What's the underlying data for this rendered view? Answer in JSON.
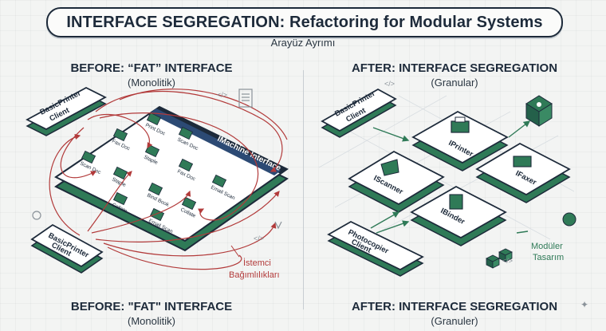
{
  "title": "INTERFACE SEGREGATION: Refactoring for Modular Systems",
  "subtitle": "Arayüz Ayrımı",
  "before": {
    "heading": "BEFORE: “FAT” INTERFACE",
    "subheading": "(Monolitik)",
    "footer_heading": "BEFORE: \"FAT\" INTERFACE",
    "footer_subheading": "(Monolitik)",
    "interface_name": "IMachine Interface",
    "client_top": [
      "BasicPrinter",
      "Client"
    ],
    "client_bottom": [
      "BasicPrinter",
      "Client"
    ],
    "methods": [
      "Print Doc",
      "Scan Doc",
      "Fax Doc",
      "Staple",
      "Fax Doc",
      "Email Scan",
      "Scan Doc",
      "Staple",
      "Bind Book",
      "Collate",
      "Collate",
      "Email Scan"
    ],
    "dependency_label": [
      "İstemci",
      "Bağımlılıkları"
    ]
  },
  "after": {
    "heading": "AFTER: INTERFACE SEGREGATION",
    "subheading": "(Granular)",
    "footer_heading": "AFTER: INTERFACE SEGREGATION",
    "footer_subheading": "(Granuler)",
    "client_top": [
      "BasicPrinter",
      "Client"
    ],
    "client_bottom": [
      "Photocopier",
      "Client"
    ],
    "interfaces": [
      "IPrinter",
      "IScanner",
      "IFaxer",
      "IBinder"
    ],
    "modular_label": [
      "Modüler",
      "Tasarım"
    ]
  },
  "colors": {
    "dark": "#1d2a3a",
    "green": "#2f7a57",
    "red": "#b23a3a",
    "panel": "#ffffff"
  }
}
